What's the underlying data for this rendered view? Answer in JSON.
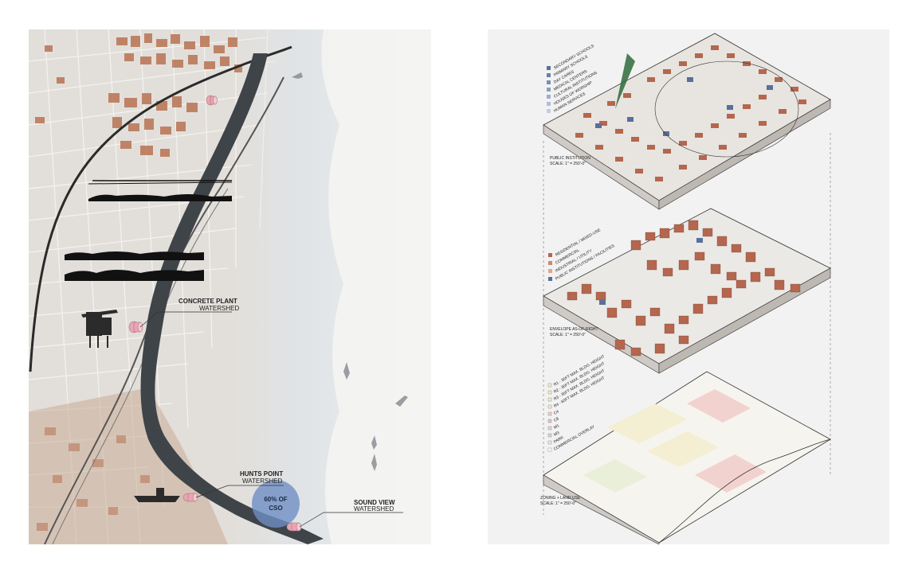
{
  "left_map": {
    "labels": {
      "concrete_plant": {
        "title": "CONCRETE PLANT",
        "sub": "WATERSHED"
      },
      "hunts_point": {
        "title": "HUNTS POINT",
        "sub": "WATERSHED"
      },
      "sound_view": {
        "title": "SOUND VIEW",
        "sub": "WATERSHED"
      },
      "cso_line1": "60% OF",
      "cso_line2": "CSO"
    },
    "colors": {
      "river": "#3f4449",
      "building": "#b87352",
      "fog": "#dfe6ec",
      "cso_circle": "#6f8fc4",
      "outfall": "#e7a6b1"
    }
  },
  "right_diagram": {
    "layer1": {
      "caption_line1": "PUBLIC INSTITUTION",
      "caption_line2": "SCALE: 1\" = 250'-0\"",
      "legend": [
        "SECONDARY SCHOOLS",
        "PRIMARY SCHOOLS",
        "DAY CARES",
        "MEDICAL CENTERS",
        "CULTURAL INSTITUTIONS",
        "HOUSES OF WORSHIP",
        "HUMAN SERVICES"
      ]
    },
    "layer2": {
      "caption_line1": "ENVELOPE AS-OF-RIGHT",
      "caption_line2": "SCALE: 1\" = 250'-0\"",
      "legend": [
        "RESIDENTIAL / MIXED-USE",
        "COMMERCIAL",
        "INDUSTRIAL / UTILITY",
        "PUBLIC INSTITUTIONS / FACILITIES"
      ]
    },
    "layer3": {
      "caption_line1": "ZONING + LAND USE",
      "caption_line2": "SCALE: 1\" = 250'-0\"",
      "legend": [
        "R1 - 35FT MAX. BLDG. HEIGHT",
        "R2 - 35FT MAX. BLDG. HEIGHT",
        "R3 - 35FT MAX. BLDG. HEIGHT",
        "R4 - 60FT MAX. BLDG. HEIGHT",
        "C4",
        "C8",
        "M1",
        "M3",
        "PARK",
        "COMMERCIAL OVERLAY"
      ]
    },
    "colors": {
      "building": "#b4674e",
      "institution": "#5a6f99",
      "zoning_yellow": "#f4eed2",
      "zoning_pink": "#f2d2cf"
    }
  }
}
